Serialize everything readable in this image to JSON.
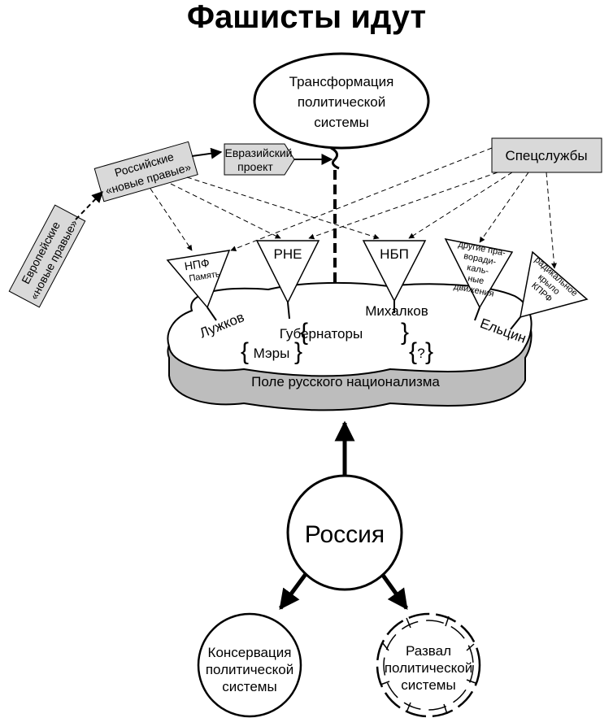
{
  "title": "Фашисты идут",
  "nodes": {
    "transformation": [
      "Трансформация",
      "политической",
      "системы"
    ],
    "eurasian_project": [
      "Евразийский",
      "проект"
    ],
    "russian_new_right": [
      "Российские",
      "«новые правые»"
    ],
    "european_new_right": [
      "Европейские",
      "«новые правые»"
    ],
    "special_services": "Спецслужбы",
    "npf": "НПФ",
    "npf_sub": "Память",
    "rne": "РНЕ",
    "nbp": "НБП",
    "other_right": [
      "другие пра-",
      "вoради-",
      "каль-",
      "ные",
      "движения"
    ],
    "kprf_wing": [
      "радикальное",
      "крыло",
      "КПРФ"
    ],
    "luzhkov": "Лужков",
    "mikhalkov": "Михалков",
    "yeltsin": "Ельцин",
    "governors": "Губернаторы",
    "mayors": "Мэры",
    "question": "?",
    "field": "Поле русского национализма",
    "russia": "Россия",
    "conservation": [
      "Консервация",
      "политической",
      "системы"
    ],
    "collapse": [
      "Развал",
      "политической",
      "системы"
    ]
  },
  "colors": {
    "box_fill": "#d9d9d9",
    "cloud_shadow": "#bdbdbd",
    "stroke": "#000000"
  }
}
